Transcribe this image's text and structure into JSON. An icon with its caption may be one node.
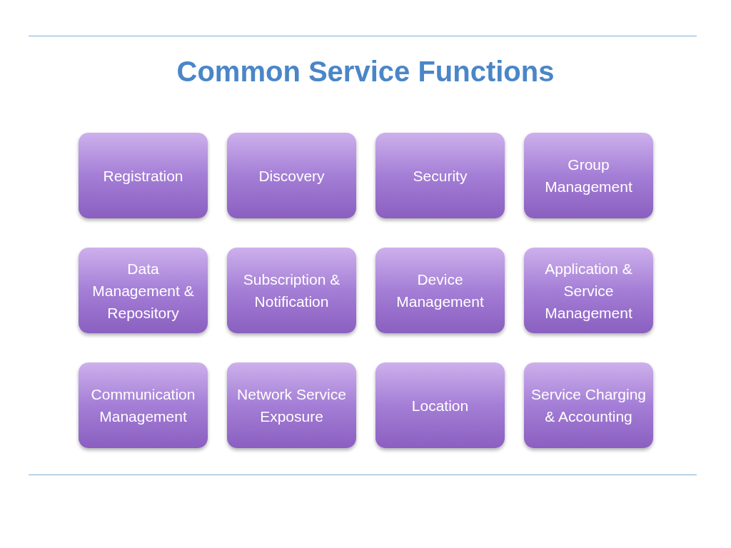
{
  "diagram": {
    "title": "Common Service Functions",
    "nodes": [
      {
        "text": [
          "Registration"
        ]
      },
      {
        "text": [
          "Discovery"
        ]
      },
      {
        "text": [
          "Security"
        ]
      },
      {
        "text": [
          "Group Management"
        ]
      },
      {
        "text": [
          "Data Management & Repository"
        ]
      },
      {
        "text": [
          "Subscription & Notification"
        ]
      },
      {
        "text": [
          "Device Management"
        ]
      },
      {
        "text": [
          "Application & Service Management"
        ]
      },
      {
        "text": [
          "Communication Management"
        ]
      },
      {
        "text": [
          "Network Service Exposure"
        ]
      },
      {
        "text": [
          "Location"
        ]
      },
      {
        "text": [
          "Service Charging & Accounting"
        ]
      }
    ]
  }
}
